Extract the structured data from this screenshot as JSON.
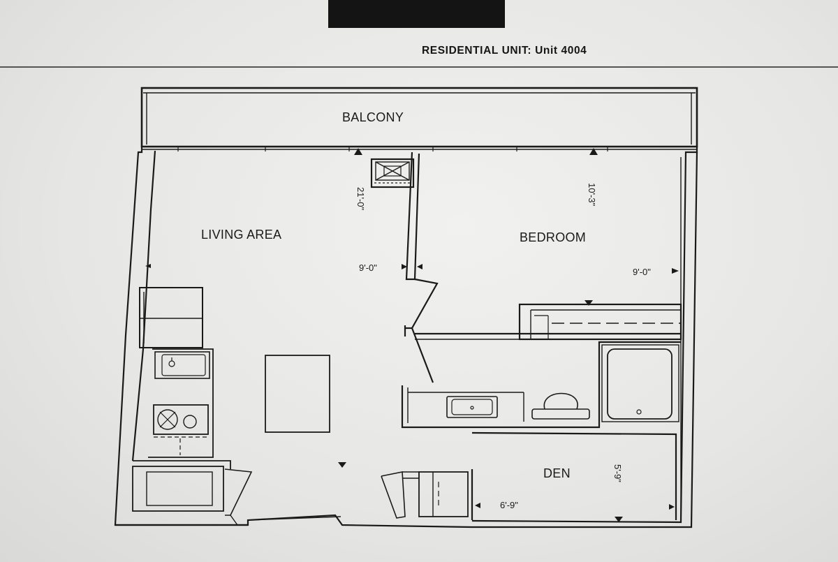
{
  "header": {
    "logo_text": "",
    "title": "RESIDENTIAL UNIT: Unit 4004"
  },
  "rooms": {
    "balcony": "BALCONY",
    "living": "LIVING AREA",
    "bedroom": "BEDROOM",
    "den": "DEN"
  },
  "dimensions": {
    "living_length": "21'-0\"",
    "living_width": "9'-0\"",
    "bedroom_length": "10'-3\"",
    "bedroom_width": "9'-0\"",
    "den_length": "5'-9\"",
    "den_width": "6'-9\""
  },
  "colors": {
    "line": "#1a1a1a",
    "paper": "#e9e9e7",
    "logo": "#141414"
  }
}
